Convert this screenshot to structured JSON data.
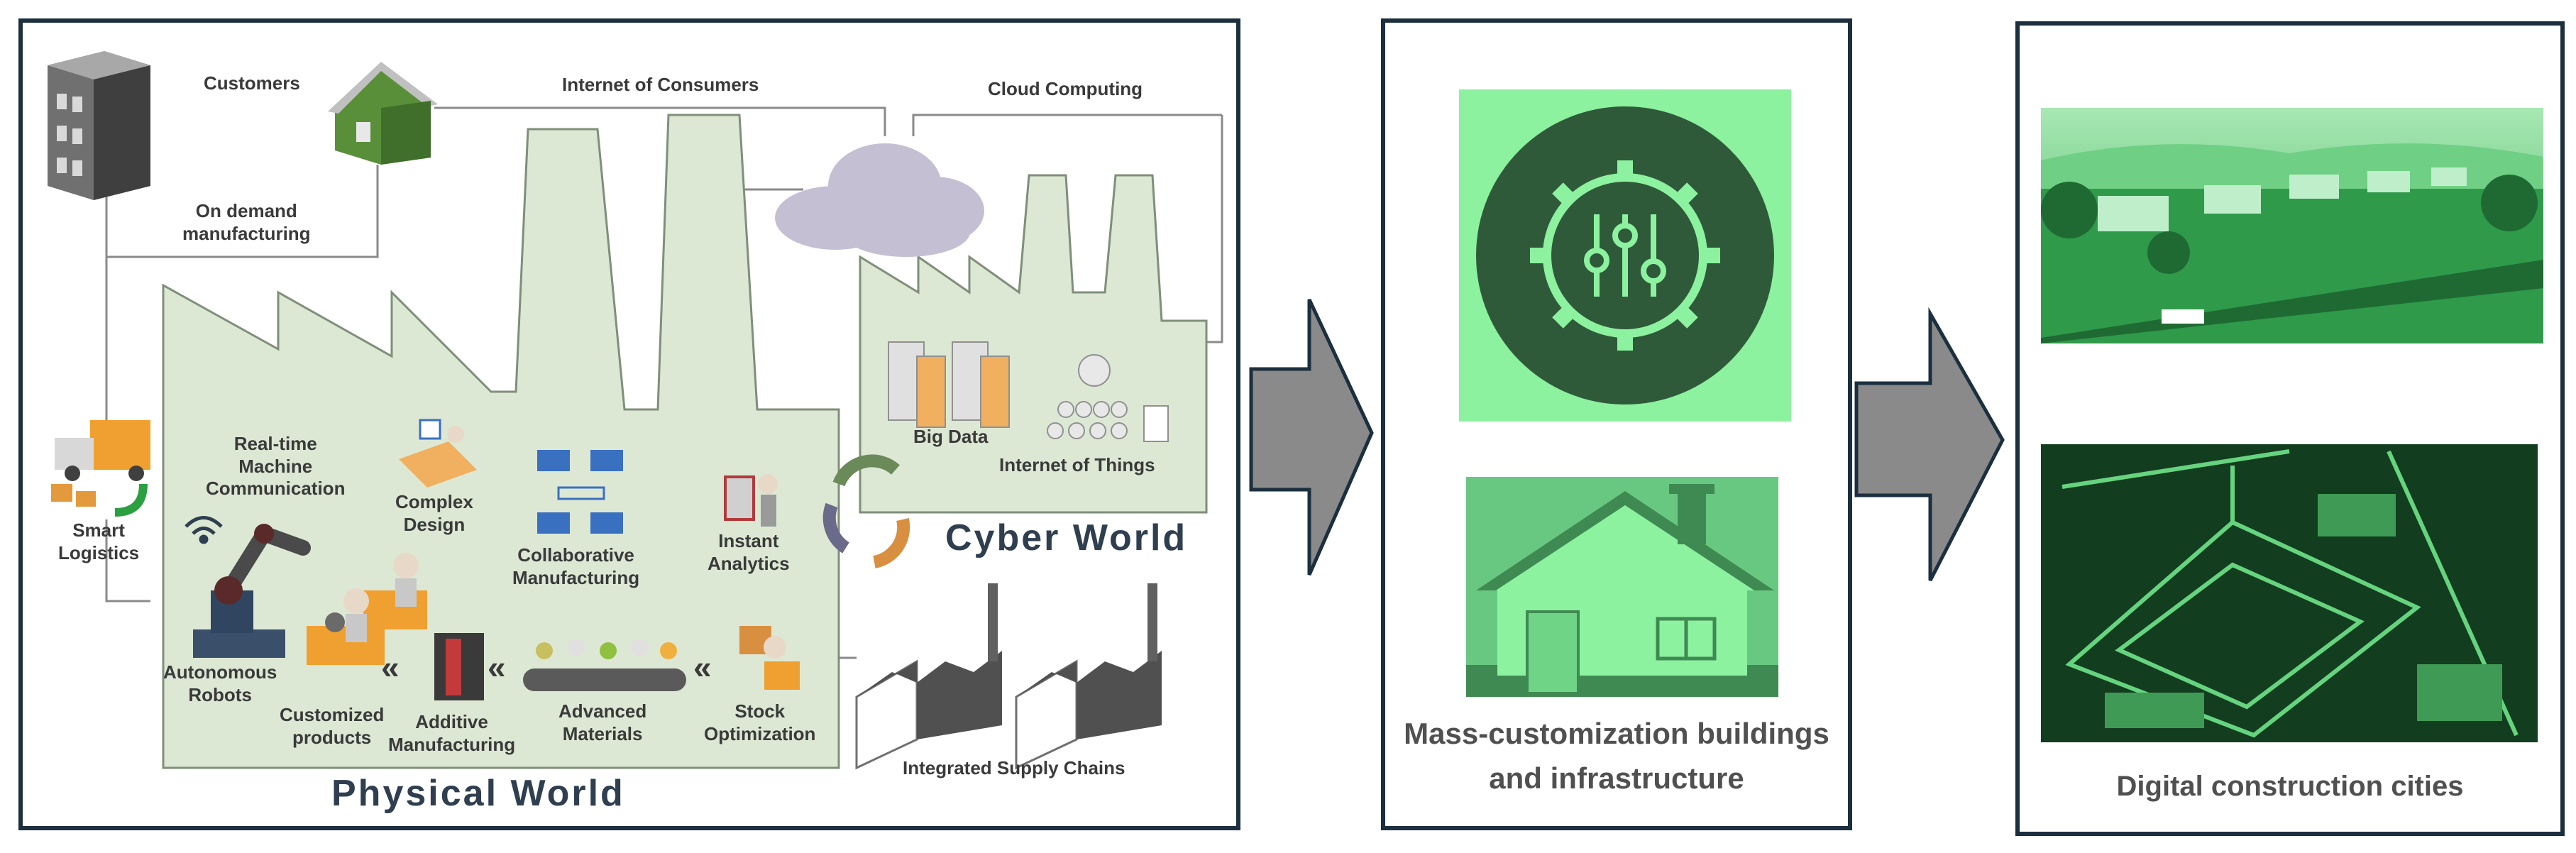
{
  "panel1": {
    "labels": {
      "customers": "Customers",
      "internet_of_consumers": "Internet of Consumers",
      "cloud_computing": "Cloud Computing",
      "on_demand_1": "On demand",
      "on_demand_2": "manufacturing",
      "big_data": "Big Data",
      "iot": "Internet of Things",
      "rt_1": "Real-time",
      "rt_2": "Machine",
      "rt_3": "Communication",
      "complex_1": "Complex",
      "complex_2": "Design",
      "collab_1": "Collaborative",
      "collab_2": "Manufacturing",
      "instant_1": "Instant",
      "instant_2": "Analytics",
      "smart_1": "Smart",
      "smart_2": "Logistics",
      "auto_1": "Autonomous",
      "auto_2": "Robots",
      "custom_1": "Customized",
      "custom_2": "products",
      "additive_1": "Additive",
      "additive_2": "Manufacturing",
      "advanced_1": "Advanced",
      "advanced_2": "Materials",
      "stock_1": "Stock",
      "stock_2": "Optimization",
      "supply_chains": "Integrated Supply Chains",
      "cyber_world": "Cyber World",
      "physical_world": "Physical World",
      "chevron": "«"
    }
  },
  "panel2": {
    "caption_line1": "Mass-customization buildings",
    "caption_line2": "and infrastructure"
  },
  "panel3": {
    "caption": "Digital construction cities"
  },
  "colors": {
    "border": "#1c2f3f",
    "factory_fill": "#dde8d4",
    "factory_stroke": "#7f8f7a",
    "green_bg": "#8cf29f",
    "green_dark": "#2f5a3a",
    "arrow_fill": "#8a8a8a"
  },
  "icons": [
    "gear-sliders-icon",
    "house-icon",
    "cloud-icon",
    "server-icon",
    "robot-arm-icon",
    "truck-icon",
    "factory-icon",
    "cycle-arrows-icon"
  ]
}
